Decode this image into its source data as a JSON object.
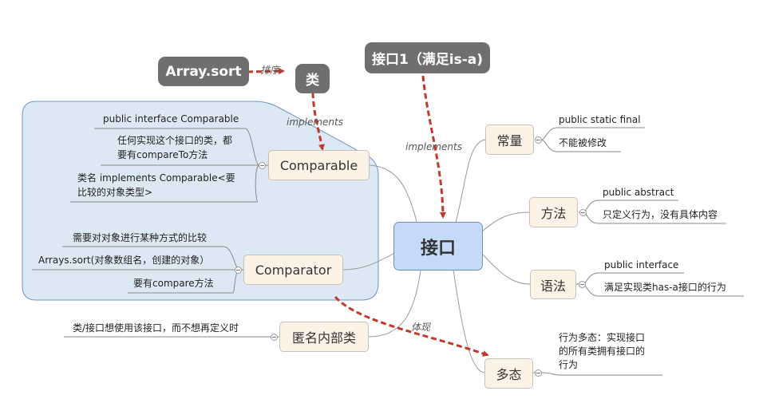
{
  "center": {
    "label": "接口"
  },
  "top": {
    "array_sort": "Array.sort",
    "lei": "类",
    "interface1": "接口1（满足is-a)"
  },
  "relations": {
    "sort_order": "排序",
    "implements_top": "implements",
    "implements_left": "implements",
    "tixian": "体现"
  },
  "branches": {
    "constant": {
      "label": "常量",
      "leaves": [
        "public static final",
        "不能被修改"
      ]
    },
    "method": {
      "label": "方法",
      "leaves": [
        "public abstract",
        "只定义行为，没有具体内容"
      ]
    },
    "syntax": {
      "label": "语法",
      "leaves": [
        "public interface",
        "满足实现类has-a接口的行为"
      ]
    },
    "polymorphism": {
      "label": "多态",
      "leaves": [
        "行为多态：实现接口",
        "的所有类拥有接口的",
        "行为"
      ]
    },
    "comparable": {
      "label": "Comparable",
      "leaves": [
        "public interface Comparable",
        "任何实现这个接口的类，都",
        "要有compareTo方法",
        "类名 implements Comparable<要",
        "比较的对象类型>"
      ]
    },
    "comparator": {
      "label": "Comparator",
      "leaves": [
        "需要对对象进行某种方式的比较",
        "Arrays.sort(对象数组名，创建的对象）",
        "要有compare方法"
      ]
    },
    "anonymous": {
      "label": "匿名内部类",
      "leaves": [
        "类/接口想使用该接口，而不想再定义时"
      ]
    }
  },
  "colors": {
    "center_fill": "#c5daf8",
    "topic_fill": "#fdf2e6",
    "group_fill": "#dce9f5",
    "relation_arrow": "#c0392b",
    "dark_node": "#6f6f6f"
  }
}
